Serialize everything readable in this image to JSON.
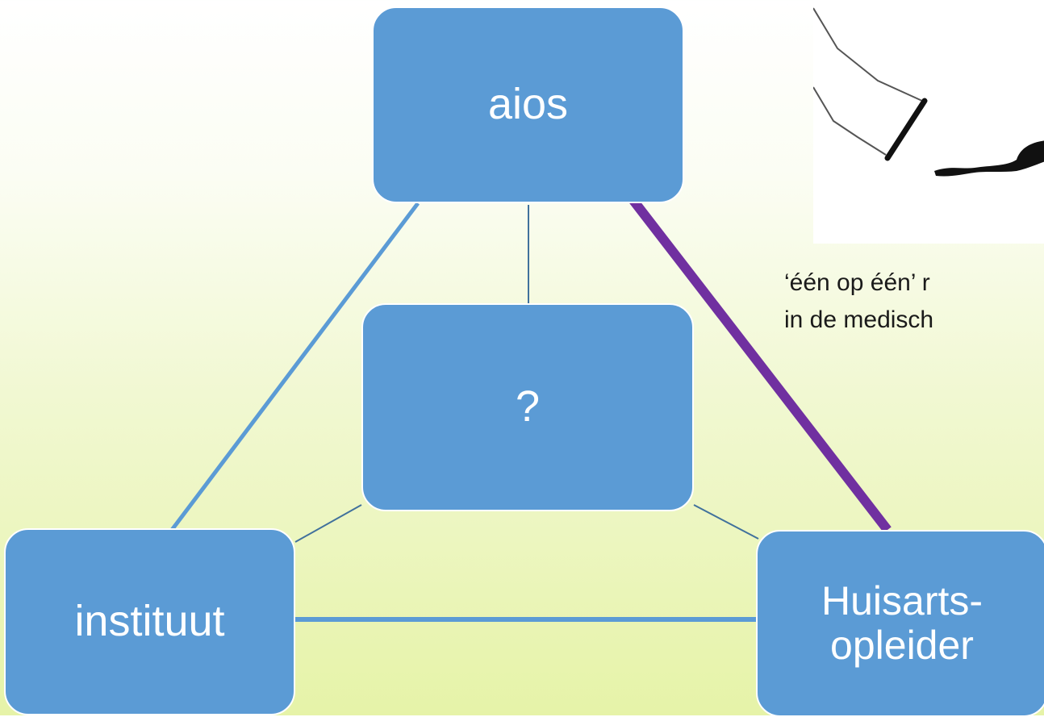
{
  "diagram": {
    "nodes": {
      "top": "aios",
      "center": "?",
      "left": "instituut",
      "right": "Huisarts-\nopleider"
    },
    "colors": {
      "node_fill": "#5b9bd5",
      "connector": "#5b9bd5",
      "connector_thin": "#41719c",
      "highlight_connector": "#7030a0"
    }
  },
  "caption": {
    "line1": "‘één op één’ r",
    "line2": "in de medisch"
  }
}
